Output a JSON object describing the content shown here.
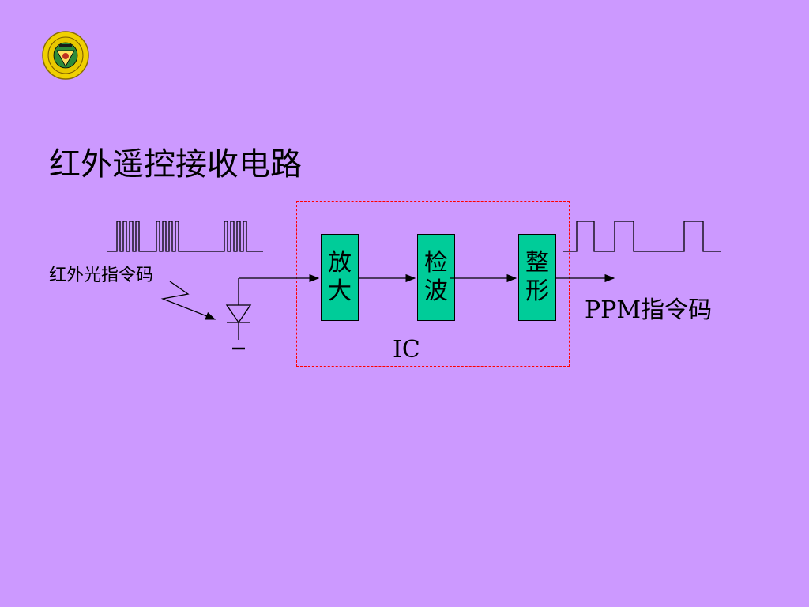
{
  "slide": {
    "title": "红外遥控接收电路",
    "background": "#cc99ff"
  },
  "diagram": {
    "input_label": "红外光指令码",
    "output_label": "PPM指令码",
    "ic_label": "IC",
    "ic_border_color": "#ff0000",
    "block_color": "#00cc99",
    "blocks": [
      {
        "id": "amplify",
        "chars": [
          "放",
          "大"
        ]
      },
      {
        "id": "detect",
        "chars": [
          "检",
          "波"
        ]
      },
      {
        "id": "shape",
        "chars": [
          "整",
          "形"
        ]
      }
    ],
    "icons": [
      "emblem-logo",
      "photodiode-icon",
      "lightning-arrow-icon"
    ]
  }
}
